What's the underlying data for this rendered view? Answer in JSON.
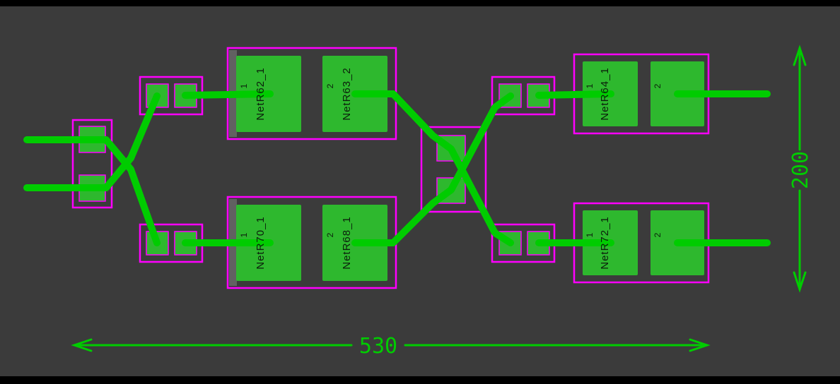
{
  "pcb": {
    "colors": {
      "background": "#3b3b3b",
      "trace": "#00cc00",
      "pad": "#2eb82e",
      "courtyard": "#ff00ff",
      "dimension": "#00cc00",
      "label_text": "#0b1f0b"
    },
    "nets": {
      "top_center_pad1": {
        "number": "1",
        "net": "NetR62_1"
      },
      "top_center_pad2": {
        "number": "2",
        "net": "NetR63_2"
      },
      "bottom_center_pad1": {
        "number": "1",
        "net": "NetR70_1"
      },
      "bottom_center_pad2": {
        "number": "2",
        "net": "NetR68_1"
      },
      "top_right_pad1": {
        "number": "1",
        "net": "NetR64_1"
      },
      "top_right_pad2": {
        "number": "2"
      },
      "bottom_right_pad1": {
        "number": "1",
        "net": "NetR72_1"
      },
      "bottom_right_pad2": {
        "number": "2"
      }
    },
    "dimensions": {
      "width": "530",
      "height": "200"
    }
  }
}
